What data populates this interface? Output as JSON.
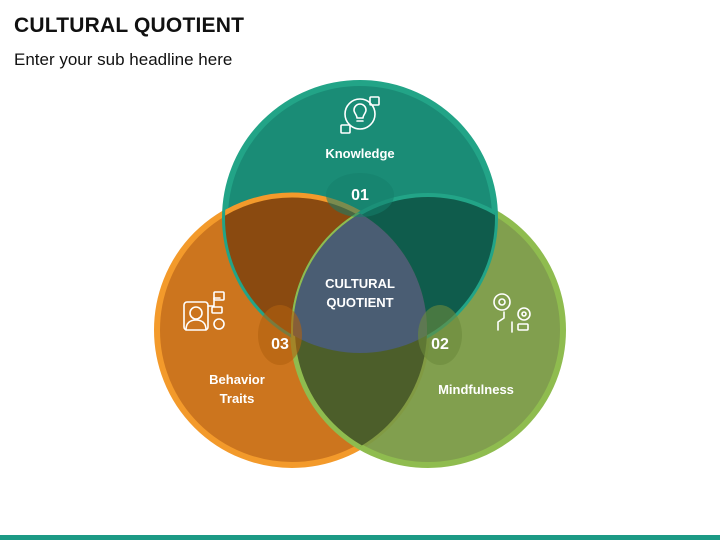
{
  "header": {
    "title": "CULTURAL QUOTIENT",
    "subtitle": "Enter your sub headline here"
  },
  "center": {
    "line1": "CULTURAL",
    "line2": "QUOTIENT"
  },
  "circles": [
    {
      "key": "knowledge",
      "number": "01",
      "label_line1": "Knowledge",
      "label_line2": "",
      "icon": "lightbulb-icon",
      "color": "#1c9a7e"
    },
    {
      "key": "mindfulness",
      "number": "02",
      "label_line1": "Mindfulness",
      "label_line2": "",
      "icon": "mind-gears-icon",
      "color": "#80a84a"
    },
    {
      "key": "behavior",
      "number": "03",
      "label_line1": "Behavior",
      "label_line2": "Traits",
      "icon": "person-flow-icon",
      "color": "#e68a1f"
    }
  ],
  "colors": {
    "center": "#4a5d73",
    "footer": "#1c9a85"
  }
}
